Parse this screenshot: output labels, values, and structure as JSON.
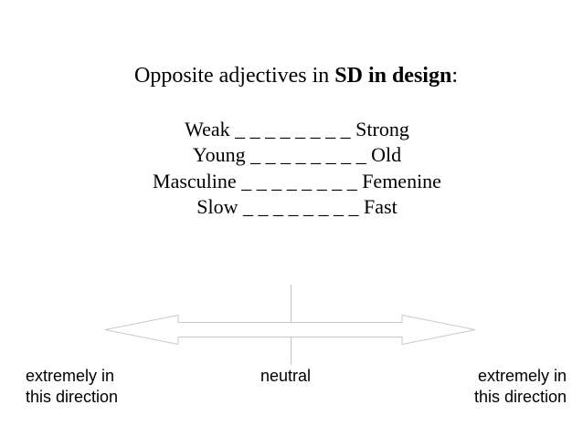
{
  "slide": {
    "title": {
      "prefix": "Opposite adjectives in ",
      "bold": "SD in design",
      "suffix": ":"
    },
    "adjective_pairs": [
      {
        "left": "Weak",
        "scale": "_ _ _ _ _ _ _ _",
        "right": "Strong"
      },
      {
        "left": "Young",
        "scale": "_ _ _ _ _ _ _ _",
        "right": "Old"
      },
      {
        "left": "Masculine",
        "scale": "_ _ _ _ _ _ _ _",
        "right": "Femenine"
      },
      {
        "left": "Slow",
        "scale": "_ _ _ _ _ _ _ _",
        "right": "Fast"
      }
    ],
    "scale_diagram": {
      "left_label": {
        "line1": "extremely in",
        "line2": "this direction"
      },
      "center_label": "neutral",
      "right_label": {
        "line1": "extremely in",
        "line2": "this direction"
      },
      "colors": {
        "arrow_outline": "#c9c9c9",
        "arrow_fill": "#ffffff",
        "neutral_line": "#c4c4c4",
        "text": "#000000",
        "background": "#ffffff"
      }
    }
  }
}
